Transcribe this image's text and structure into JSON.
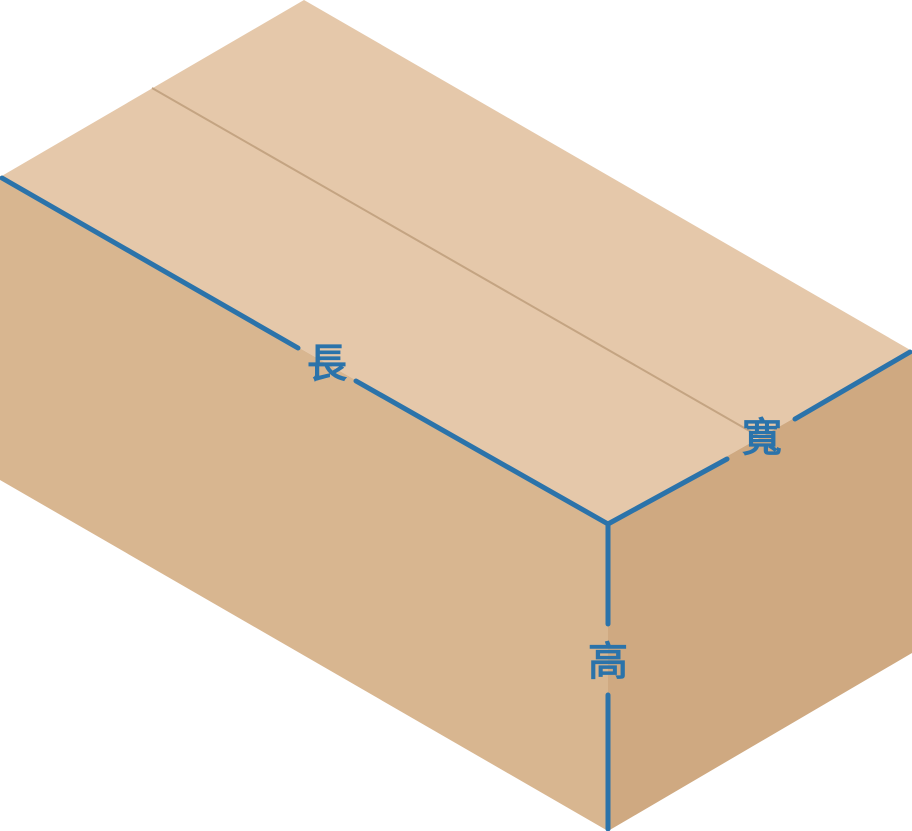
{
  "labels": {
    "length": "長",
    "width": "寬",
    "height": "高"
  },
  "colors": {
    "top_face": "#e5c8aa",
    "front_face": "#d8b690",
    "side_face": "#cfa981",
    "seam": "#c4a482",
    "dimension_line": "#2b73aa"
  }
}
